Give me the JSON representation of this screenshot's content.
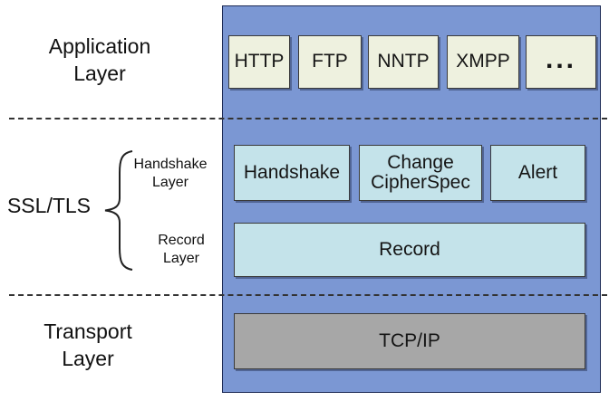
{
  "layers": {
    "application": {
      "line1": "Application",
      "line2": "Layer"
    },
    "ssl_tls": "SSL/TLS",
    "handshake_sub": {
      "line1": "Handshake",
      "line2": "Layer"
    },
    "record_sub": {
      "line1": "Record",
      "line2": "Layer"
    },
    "transport": {
      "line1": "Transport",
      "line2": "Layer"
    }
  },
  "application_protocols": [
    "HTTP",
    "FTP",
    "NNTP",
    "XMPP",
    "..."
  ],
  "handshake_protocols": {
    "handshake": "Handshake",
    "change_cipher_spec": {
      "line1": "Change",
      "line2": "CipherSpec"
    },
    "alert": "Alert"
  },
  "record_protocol": "Record",
  "transport_protocol": "TCP/IP",
  "colors": {
    "stack_background": "#7b97d3",
    "application_box": "#eef1df",
    "ssl_box": "#c4e3ea",
    "transport_box": "#a7a7a7"
  }
}
